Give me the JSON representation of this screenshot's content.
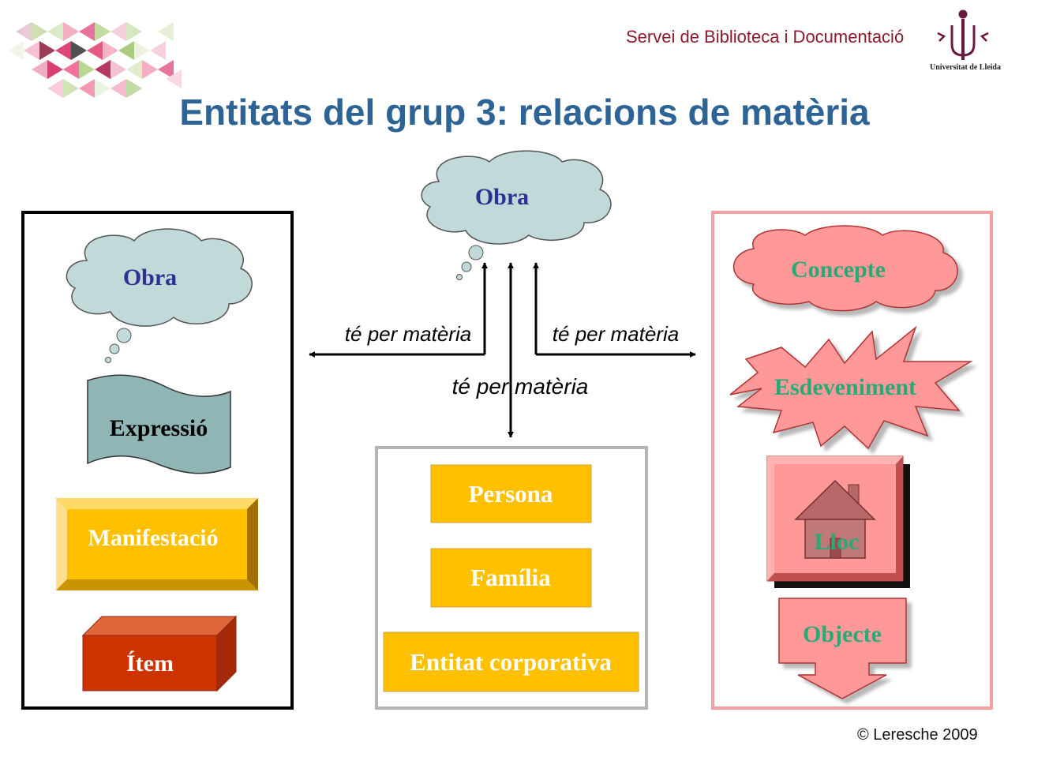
{
  "header": {
    "service_name": "Servei de Biblioteca i Documentació",
    "university_name": "Universitat de Lleida"
  },
  "title": "Entitats del grup 3: relacions de matèria",
  "group1": {
    "obra": "Obra",
    "expressio": "Expressió",
    "manifestacio": "Manifestació",
    "item": "Ítem"
  },
  "center": {
    "obra": "Obra",
    "relation_left": "té per matèria",
    "relation_right": "té per matèria",
    "relation_down": "té per matèria"
  },
  "group2": {
    "persona": "Persona",
    "familia": "Família",
    "entitat": "Entitat corporativa"
  },
  "group3": {
    "concepte": "Concepte",
    "esdeveniment": "Esdeveniment",
    "lloc": "Lloc",
    "objecte": "Objecte"
  },
  "footer": {
    "copyright": "© Leresche 2009"
  },
  "colors": {
    "title": "#2d6495",
    "cloud_fill": "#c2d9d9",
    "obra_text": "#2e3192",
    "gold": "#ffc000",
    "item_red": "#cc3300",
    "pink_fill": "#ff9999",
    "green_text": "#2aa876",
    "expressio_fill": "#8fb5b5",
    "pink_border": "#f4a0a0"
  }
}
